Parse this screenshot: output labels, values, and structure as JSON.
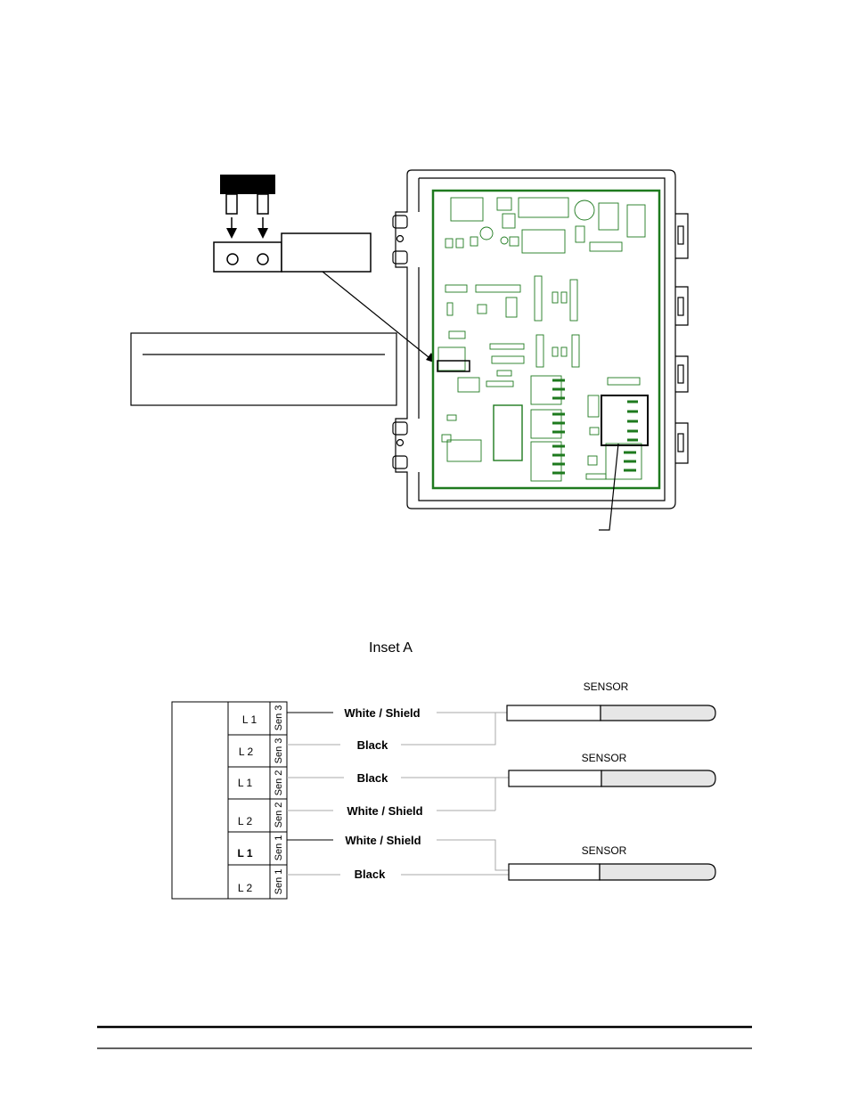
{
  "inset_title": "Inset A",
  "terminal_block": {
    "rows": [
      {
        "l": "L 1",
        "sen": "Sen 3"
      },
      {
        "l": "L 2",
        "sen": "Sen 3"
      },
      {
        "l": "L 1",
        "sen": "Sen 2"
      },
      {
        "l": "L 2",
        "sen": "Sen 2"
      },
      {
        "l": "L 1",
        "sen": "Sen 1"
      },
      {
        "l": "L 2",
        "sen": "Sen 1"
      }
    ]
  },
  "wires": {
    "w1": "White / Shield",
    "w2": "Black",
    "w3": "Black",
    "w4": "White / Shield",
    "w5": "White / Shield",
    "w6": "Black"
  },
  "sensors": {
    "s1": "SENSOR",
    "s2": "SENSOR",
    "s3": "SENSOR"
  },
  "colors": {
    "board_green": "#1e7a1e",
    "sensor_tip": "#e6e6e6"
  }
}
